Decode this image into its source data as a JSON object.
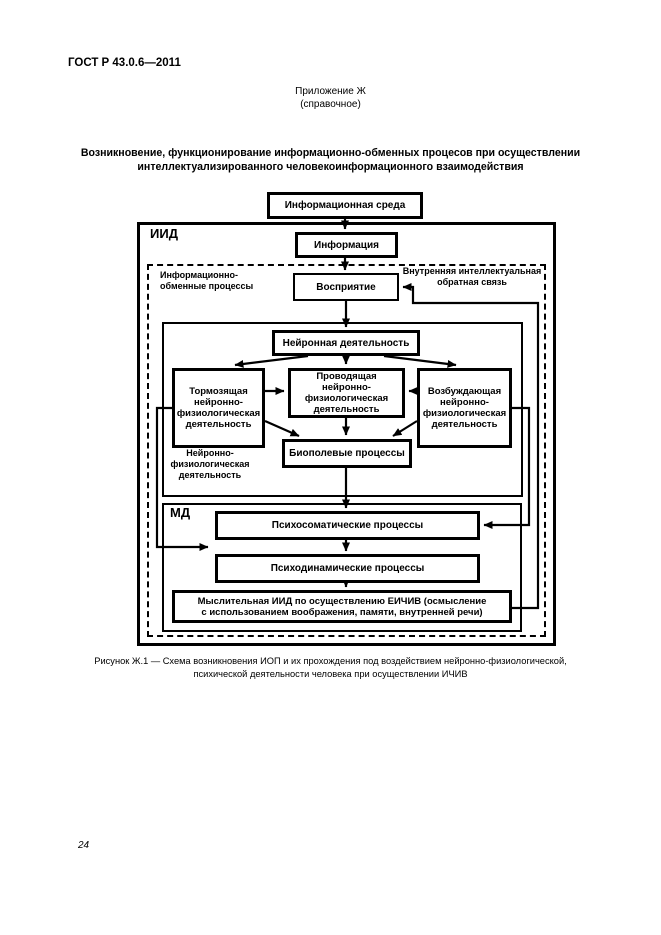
{
  "page": {
    "header": "ГОСТ Р 43.0.6—2011",
    "annex_title": "Приложение Ж",
    "annex_subtitle": "(справочное)",
    "title_lines": [
      "Возникновение, функционирование информационно-обменных процесов при осуществлении",
      "интеллектуализированного человекоинформационного взаимодействия"
    ],
    "caption_lines": [
      "Рисунок Ж.1 — Схема возникновения ИОП и их прохождения под воздействием нейронно-физиологической,",
      "психической деятельности человека при осуществлении ИЧИВ"
    ],
    "page_number": "24"
  },
  "diagram": {
    "line_color": "#000000",
    "background_color": "#ffffff",
    "zones": {
      "iid_label": "ИИД",
      "md_label": "МД",
      "info_exchange_label": [
        "Информационно-",
        "обменные процессы"
      ],
      "internal_feedback_label": [
        "Внутренняя интеллектуальная",
        "обратная связь"
      ],
      "neurophysiological_label": [
        "Нейронно-",
        "физиологическая",
        "деятельность"
      ]
    },
    "boxes": {
      "environment": [
        "Информационная среда"
      ],
      "information": [
        "Информация"
      ],
      "perception": [
        "Восприятие"
      ],
      "neural_activity": [
        "Нейронная деятельность"
      ],
      "inhibiting": [
        "Тормозящая",
        "нейронно-",
        "физиологическая",
        "деятельность"
      ],
      "conducting": [
        "Проводящая нейронно-",
        "физиологическая",
        "деятельность"
      ],
      "exciting": [
        "Возбуждающая",
        "нейронно-",
        "физиологическая",
        "деятельность"
      ],
      "biofield": [
        "Биополевые процессы"
      ],
      "psychosomatic": [
        "Психосоматические процессы"
      ],
      "psychodynamic": [
        "Психодинамические процессы"
      ],
      "mental": [
        "Мыслительная ИИД по осуществлению ЕИЧИВ (осмысление",
        "с использованием воображения, памяти, внутренней речи)"
      ]
    }
  }
}
